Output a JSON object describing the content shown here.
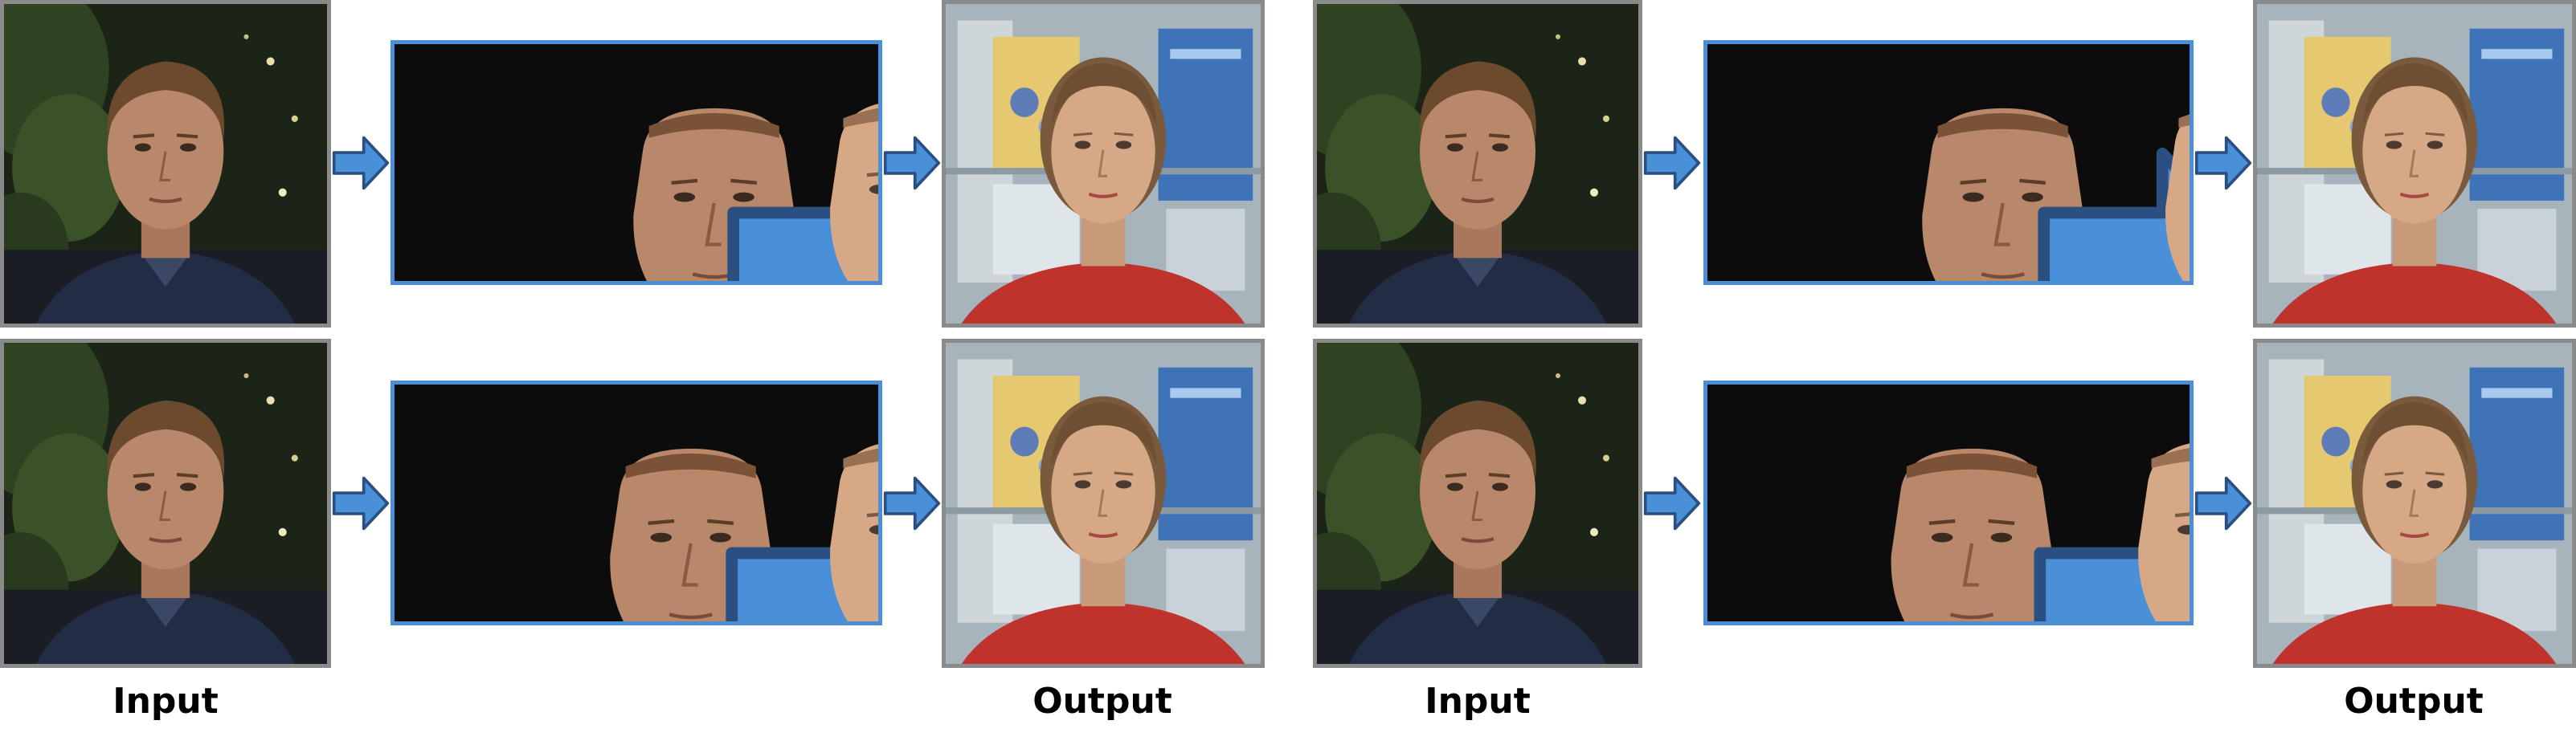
{
  "labels": {
    "input_left": "Input",
    "output_left": "Output",
    "input_right": "Input",
    "output_right": "Output"
  },
  "colors": {
    "arrow_fill": "#4a90d9",
    "arrow_stroke": "#2a4f80",
    "panel_border": "#4a8fd6",
    "photo_border": "#8a8a8a",
    "panel_bg": "#0c0c0c",
    "male_skin": "#b9876a",
    "female_skin": "#d7a886",
    "shirt_red": "#c0322c",
    "jacket_navy": "#222c44"
  },
  "icons": {
    "arrow": "right-arrow-icon"
  }
}
